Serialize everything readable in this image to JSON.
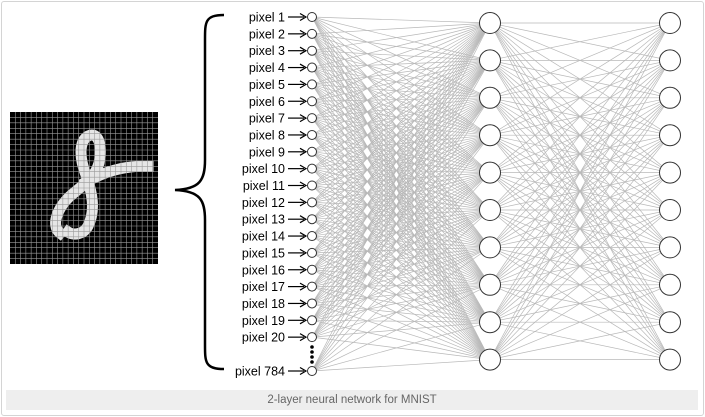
{
  "caption": "2-layer neural network for MNIST",
  "input_layer": {
    "labels": [
      "pixel 1",
      "pixel 2",
      "pixel 3",
      "pixel 4",
      "pixel 5",
      "pixel 6",
      "pixel 7",
      "pixel 8",
      "pixel 9",
      "pixel 10",
      "pixel 11",
      "pixel 12",
      "pixel 13",
      "pixel 14",
      "pixel 15",
      "pixel 16",
      "pixel 17",
      "pixel 18",
      "pixel 19",
      "pixel 20"
    ],
    "last_label": "pixel 784"
  },
  "hidden_layer": {
    "node_count": 10
  },
  "output_layer": {
    "node_count": 10
  },
  "digit_image": {
    "grid_size": 28,
    "glyph": "8",
    "background_color": "#000000",
    "grid_color": "#9a9a9a",
    "stroke_color": "#e6e6e6"
  },
  "colors": {
    "edge": "#b8b8b8",
    "node_stroke": "#333333",
    "node_fill": "#ffffff",
    "text": "#000000"
  }
}
